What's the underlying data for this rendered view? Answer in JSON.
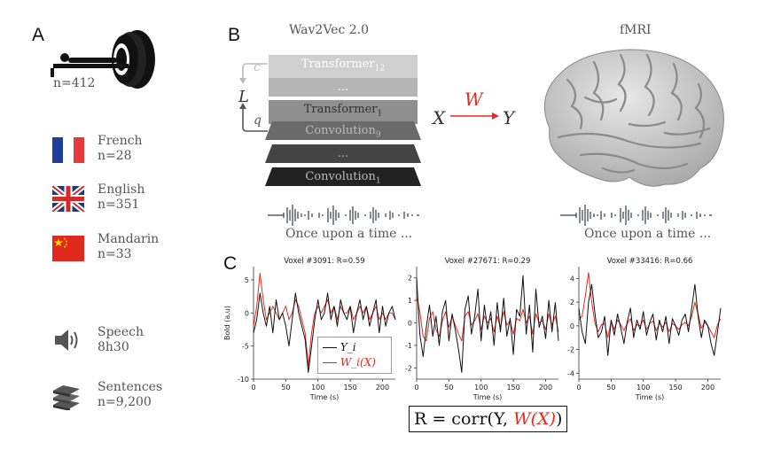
{
  "panels": {
    "a": "A",
    "b": "B",
    "c": "C"
  },
  "cohort": {
    "count": "n=412"
  },
  "languages": [
    {
      "name": "French",
      "n": "n=28",
      "flag": "france-flag-icon"
    },
    {
      "name": "English",
      "n": "n=351",
      "flag": "uk-flag-icon"
    },
    {
      "name": "Mandarin",
      "n": "n=33",
      "flag": "china-flag-icon"
    }
  ],
  "stimuli": [
    {
      "name": "Speech",
      "value": "8h30",
      "icon": "speaker-icon"
    },
    {
      "name": "Sentences",
      "value": "n=9,200",
      "icon": "books-icon"
    }
  ],
  "model": {
    "title": "Wav2Vec 2.0",
    "layers": [
      {
        "label": "Transformer",
        "sub": "12",
        "color": "#cfcfcf"
      },
      {
        "label": "...",
        "sub": "",
        "color": "#b5b5b5"
      },
      {
        "label": "Transformer",
        "sub": "1",
        "color": "#8f8f8f"
      },
      {
        "label": "Convolution",
        "sub": "9",
        "color": "#6a6a6a"
      },
      {
        "label": "...",
        "sub": "",
        "color": "#444444"
      },
      {
        "label": "Convolution",
        "sub": "1",
        "color": "#222222"
      }
    ],
    "loss": "L",
    "c": "c",
    "q": "q",
    "caption": "Once upon a time ..."
  },
  "mapping": {
    "x": "X",
    "w": "W",
    "y": "Y"
  },
  "fmri": {
    "title": "fMRI",
    "caption": "Once upon a time ..."
  },
  "formula": {
    "prefix": "R = corr(Y, ",
    "w": "W(X)",
    "suffix": ")"
  },
  "colors": {
    "accent": "#e8281e",
    "black": "#111111"
  },
  "chart_data": [
    {
      "type": "line",
      "title": "Voxel #3091: R=0.59",
      "xlabel": "Time (s)",
      "ylabel": "Bold (a.u)",
      "xlim": [
        0,
        220
      ],
      "ylim": [
        -10,
        7
      ],
      "xticks": [
        0,
        50,
        100,
        150,
        200
      ],
      "yticks": [
        5,
        0,
        -5,
        -10
      ],
      "legend": "lower-right",
      "x": [
        0,
        5,
        10,
        15,
        20,
        25,
        30,
        35,
        40,
        45,
        50,
        55,
        60,
        65,
        70,
        75,
        80,
        85,
        90,
        95,
        100,
        105,
        110,
        115,
        120,
        125,
        130,
        135,
        140,
        145,
        150,
        155,
        160,
        165,
        170,
        175,
        180,
        185,
        190,
        195,
        200,
        205,
        210,
        215,
        220
      ],
      "series": [
        {
          "name": "Y_i",
          "color": "#111111",
          "values": [
            -3,
            -1,
            3,
            0,
            -2,
            1,
            -3,
            2,
            -1,
            0,
            -2,
            -5,
            -1,
            3,
            0,
            -2,
            -4,
            -9,
            -5,
            -1,
            2,
            -1,
            0,
            3,
            -1,
            1,
            -2,
            2,
            0,
            -1,
            1,
            -3,
            0,
            2,
            -1,
            1,
            -2,
            0,
            2,
            -3,
            1,
            -2,
            0,
            1,
            -1
          ]
        },
        {
          "name": "W_i(X)",
          "color": "#e8281e",
          "values": [
            -2,
            1,
            6,
            2,
            -1,
            0,
            1,
            0,
            -1,
            0,
            1,
            -1,
            0,
            2,
            1,
            -1,
            -3,
            -8,
            -3,
            0,
            1,
            0,
            1,
            2,
            0,
            1,
            -1,
            1,
            0,
            0,
            1,
            -1,
            0,
            1,
            0,
            1,
            -1,
            0,
            1,
            -1,
            0,
            -1,
            0,
            0,
            -1
          ]
        }
      ]
    },
    {
      "type": "line",
      "title": "Voxel #27671: R=0.29",
      "xlabel": "Time (s)",
      "xlim": [
        0,
        220
      ],
      "ylim": [
        -2.5,
        2.5
      ],
      "xticks": [
        0,
        50,
        100,
        150,
        200
      ],
      "yticks": [
        2,
        1,
        0,
        -1,
        -2
      ],
      "x": [
        0,
        5,
        10,
        15,
        20,
        25,
        30,
        35,
        40,
        45,
        50,
        55,
        60,
        65,
        70,
        75,
        80,
        85,
        90,
        95,
        100,
        105,
        110,
        115,
        120,
        125,
        130,
        135,
        140,
        145,
        150,
        155,
        160,
        165,
        170,
        175,
        180,
        185,
        190,
        195,
        200,
        205,
        210,
        215,
        220
      ],
      "series": [
        {
          "name": "Y_i",
          "color": "#111111",
          "values": [
            2.0,
            -0.5,
            -1.5,
            -0.2,
            0.8,
            -0.6,
            0.3,
            -1.0,
            0.5,
            1.0,
            -0.8,
            0.4,
            -0.3,
            -1.2,
            -2.2,
            0.6,
            1.2,
            -0.5,
            0.3,
            1.5,
            -0.8,
            0.8,
            -0.3,
            0.5,
            -1.0,
            0.9,
            -0.4,
            1.1,
            -0.6,
            0.2,
            -1.4,
            0.6,
            0.3,
            2.1,
            -0.5,
            0.8,
            -1.3,
            1.5,
            -0.2,
            0.3,
            -0.7,
            1.0,
            -0.4,
            0.9,
            -0.8
          ]
        },
        {
          "name": "W_i(X)",
          "color": "#e8281e",
          "values": [
            1.2,
            0.5,
            -0.6,
            -0.8,
            0.2,
            0.5,
            -0.3,
            -0.6,
            0.1,
            0.5,
            -0.2,
            0.3,
            -0.1,
            -0.5,
            -0.8,
            0.3,
            0.5,
            -0.1,
            0.1,
            0.4,
            -0.3,
            0.3,
            0.0,
            0.2,
            -0.4,
            0.3,
            -0.2,
            0.5,
            -0.1,
            0.1,
            -0.5,
            0.2,
            0.1,
            0.6,
            0.0,
            0.3,
            -0.5,
            0.4,
            0.0,
            0.1,
            -0.3,
            0.4,
            -0.1,
            0.3,
            -0.4
          ]
        }
      ]
    },
    {
      "type": "line",
      "title": "Voxel #33416: R=0.66",
      "xlabel": "Time (s)",
      "xlim": [
        0,
        220
      ],
      "ylim": [
        -4.5,
        5
      ],
      "xticks": [
        0,
        50,
        100,
        150,
        200
      ],
      "yticks": [
        4,
        2,
        0,
        -2,
        -4
      ],
      "x": [
        0,
        5,
        10,
        15,
        20,
        25,
        30,
        35,
        40,
        45,
        50,
        55,
        60,
        65,
        70,
        75,
        80,
        85,
        90,
        95,
        100,
        105,
        110,
        115,
        120,
        125,
        130,
        135,
        140,
        145,
        150,
        155,
        160,
        165,
        170,
        175,
        180,
        185,
        190,
        195,
        200,
        205,
        210,
        215,
        220
      ],
      "series": [
        {
          "name": "Y_i",
          "color": "#111111",
          "values": [
            1.5,
            -0.5,
            -1.5,
            2.0,
            3.5,
            1.0,
            -1.0,
            -0.5,
            0.8,
            -2.5,
            0.5,
            -0.8,
            1.0,
            -0.2,
            -1.5,
            0.3,
            1.5,
            -1.0,
            0.5,
            -0.3,
            1.2,
            -0.8,
            0.3,
            1.0,
            -1.2,
            0.5,
            -0.5,
            0.8,
            -1.5,
            0.6,
            0.0,
            -0.8,
            0.5,
            1.0,
            -0.5,
            1.5,
            3.5,
            0.8,
            -1.0,
            0.5,
            0.0,
            -1.5,
            -2.5,
            -0.5,
            1.5
          ]
        },
        {
          "name": "W_i(X)",
          "color": "#e8281e",
          "values": [
            0.5,
            0.8,
            2.5,
            4.5,
            2.0,
            0.2,
            -0.5,
            0.1,
            0.2,
            -1.0,
            0.4,
            -0.3,
            0.5,
            0.1,
            -0.4,
            0.2,
            0.6,
            -0.4,
            0.1,
            0.0,
            0.5,
            -0.3,
            0.2,
            0.4,
            -0.4,
            0.2,
            -0.1,
            0.3,
            -0.5,
            0.2,
            0.0,
            -0.3,
            0.1,
            0.3,
            0.0,
            0.8,
            2.0,
            1.0,
            -0.2,
            0.3,
            0.0,
            -0.5,
            -1.0,
            0.1,
            0.6
          ]
        }
      ]
    }
  ]
}
